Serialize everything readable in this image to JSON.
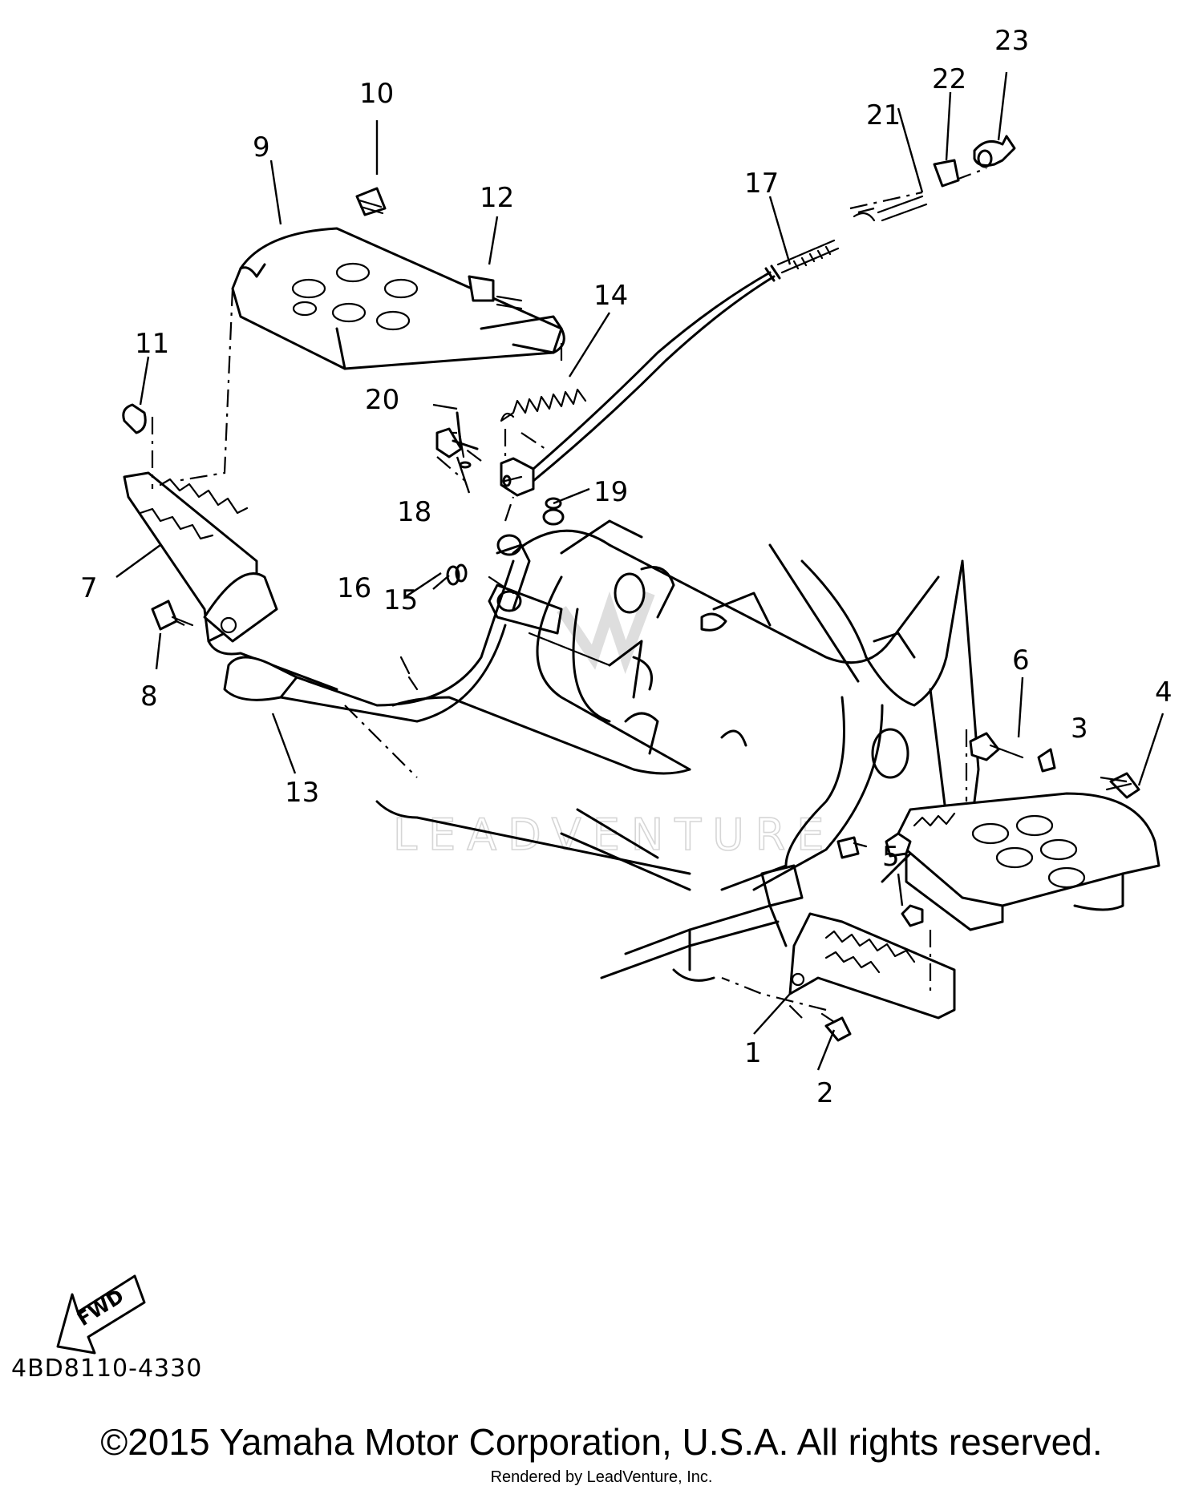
{
  "diagram": {
    "part_callouts": [
      "1",
      "2",
      "3",
      "4",
      "5",
      "6",
      "7",
      "8",
      "9",
      "10",
      "11",
      "12",
      "13",
      "14",
      "15",
      "16",
      "17",
      "18",
      "19",
      "20",
      "21",
      "22",
      "23"
    ],
    "direction_label": "FWD",
    "diagram_code": "4BD8110-4330",
    "watermark": "LEADVENTURE"
  },
  "footer": {
    "copyright": "©2015 Yamaha Motor Corporation, U.S.A. All rights reserved.",
    "rendered_by": "Rendered by LeadVenture, Inc."
  }
}
